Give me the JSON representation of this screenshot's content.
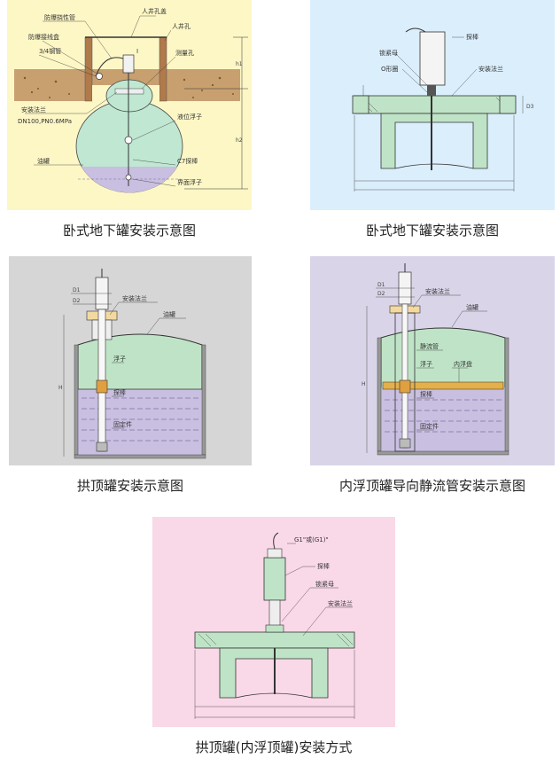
{
  "colors": {
    "panel1_bg": "#fdf7c6",
    "panel2_bg": "#dbeefc",
    "panel3_bg": "#d6d6d6",
    "panel4_bg": "#d9d4e8",
    "panel5_bg": "#f9d8e8",
    "flange_fill": "#bfe3c6",
    "oil_fill": "#b8e0c4",
    "liquid_fill": "#c9bfe0"
  },
  "panels": [
    {
      "caption": "卧式地下罐安装示意图",
      "labels": {
        "cable_tube": "防爆挠性管",
        "junction_box": "防爆接线盒",
        "pipe": "3/4钢管",
        "manhole_cover": "人井孔盖",
        "manhole": "人井孔",
        "measure_hole": "测量孔",
        "flange": "安装法兰",
        "flange_spec": "DN100,PN0.6MPa",
        "level_float": "液位浮子",
        "tank": "油罐",
        "probe": "C7探棒",
        "interface_float": "界面浮子",
        "mark_i": "I",
        "dim_h1": "h1",
        "dim_h2": "h2"
      }
    },
    {
      "caption": "卧式地下罐安装示意图",
      "labels": {
        "probe": "探棒",
        "lock_nut": "锁紧母",
        "o_ring": "O形圈",
        "flange": "安装法兰",
        "dim_d3": "D3"
      }
    },
    {
      "caption": "拱顶罐安装示意图",
      "labels": {
        "d1": "D1",
        "d2": "D2",
        "flange": "安装法兰",
        "tank": "油罐",
        "float": "浮子",
        "probe": "探棒",
        "fixture": "固定件",
        "dim_h": "H"
      }
    },
    {
      "caption": "内浮顶罐导向静流管安装示意图",
      "labels": {
        "d1": "D1",
        "d2": "D2",
        "flange": "安装法兰",
        "tank": "油罐",
        "still_pipe": "静流管",
        "float": "浮子",
        "inner_float": "内浮盘",
        "probe": "探棒",
        "fixture": "固定件",
        "dim_h": "H"
      }
    },
    {
      "caption": "拱顶罐(内浮顶罐)安装方式",
      "labels": {
        "thread": "G1\"或(G1)\"",
        "probe": "探棒",
        "lock_nut": "锁紧母",
        "flange": "安装法兰"
      }
    }
  ]
}
